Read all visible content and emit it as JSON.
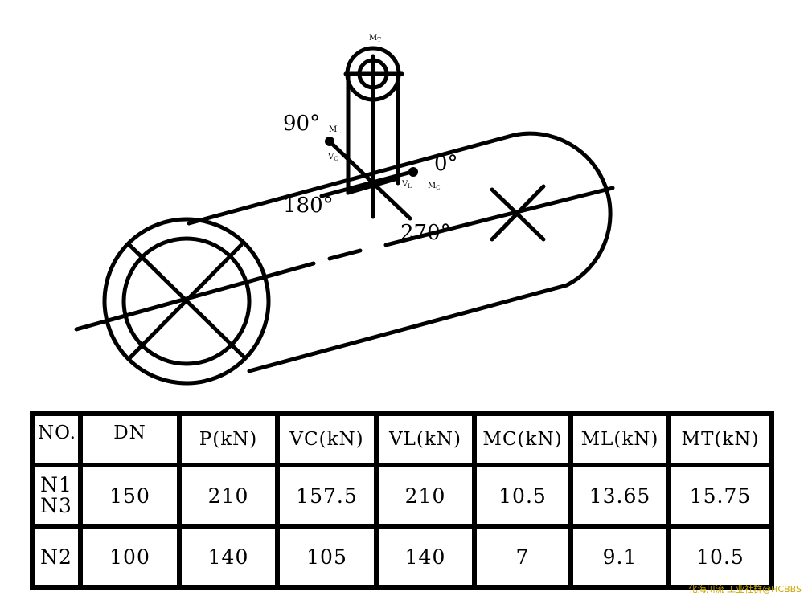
{
  "diagram": {
    "angle_0": "0°",
    "angle_90": "90°",
    "angle_180": "180°",
    "angle_270": "270°",
    "mt_label": "M",
    "mt_sub": "T",
    "ml_label": "M",
    "ml_sub": "L",
    "vc_label": "V",
    "vc_sub": "C",
    "vl_label": "V",
    "vl_sub": "L",
    "mc_label": "M",
    "mc_sub": "C"
  },
  "table": {
    "headers": [
      "NO.",
      "DN",
      "P(kN)",
      "VC(kN)",
      "VL(kN)",
      "MC(kN)",
      "ML(kN)",
      "MT(kN)"
    ],
    "rows": [
      [
        "N1\nN3",
        "150",
        "210",
        "157.5",
        "210",
        "10.5",
        "13.65",
        "15.75"
      ],
      [
        "N2",
        "100",
        "140",
        "105",
        "140",
        "7",
        "9.1",
        "10.5"
      ]
    ]
  },
  "watermark": "化海川流 工业社群@HCBBS"
}
